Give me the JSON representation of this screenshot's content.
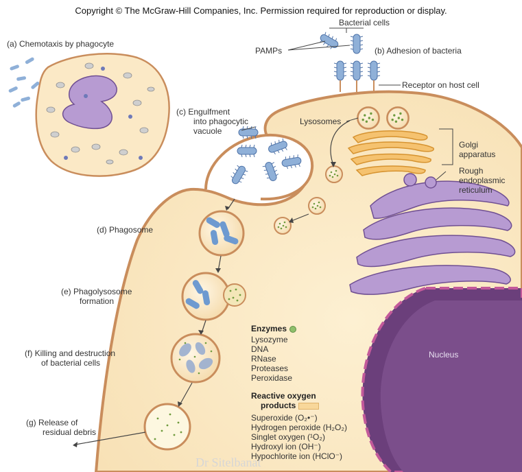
{
  "header": {
    "copyright": "Copyright © The McGraw-Hill Companies, Inc. Permission required for reproduction or display."
  },
  "labels": {
    "bacterial_cells": "Bacterial cells",
    "pamps": "PAMPs",
    "step_a": "(a)  Chemotaxis by phagocyte",
    "step_b": "(b)  Adhesion of bacteria",
    "receptor": "Receptor on host cell",
    "step_c_line1": "(c)  Engulfment",
    "step_c_line2": "into phagocytic",
    "step_c_line3": "vacuole",
    "lysosomes": "Lysosomes",
    "golgi_line1": "Golgi",
    "golgi_line2": "apparatus",
    "rer_line1": "Rough",
    "rer_line2": "endoplasmic",
    "rer_line3": "reticulum",
    "step_d": "(d)  Phagosome",
    "step_e_line1": "(e)  Phagolysosome",
    "step_e_line2": "formation",
    "step_f_line1": "(f)  Killing and destruction",
    "step_f_line2": "of bacterial cells",
    "step_g_line1": "(g)  Release of",
    "step_g_line2": "residual debris",
    "nucleus": "Nucleus"
  },
  "enzymes": {
    "title": "Enzymes",
    "items": [
      "Lysozyme",
      "DNA",
      "RNase",
      "Proteases",
      "Peroxidase"
    ]
  },
  "reactive_oxygen": {
    "title_line1": "Reactive oxygen",
    "title_line2": "products",
    "items": [
      "Superoxide (O₂•⁻)",
      "Hydrogen peroxide (H₂O₂)",
      "Singlet oxygen (¹O₂)",
      "Hydroxyl ion (OH⁻)",
      "Hypochlorite ion (HClO⁻)"
    ]
  },
  "watermark": "Dr Sitelbanat",
  "colors": {
    "cytoplasm": "#fbe9c6",
    "membrane": "#c98d5c",
    "bacteria": "#8fb0d8",
    "nucleus": "#7d5a8c",
    "er": "#a58bc4",
    "golgi": "#f0b45a",
    "lysosome_dots": "#6f9b3d"
  }
}
